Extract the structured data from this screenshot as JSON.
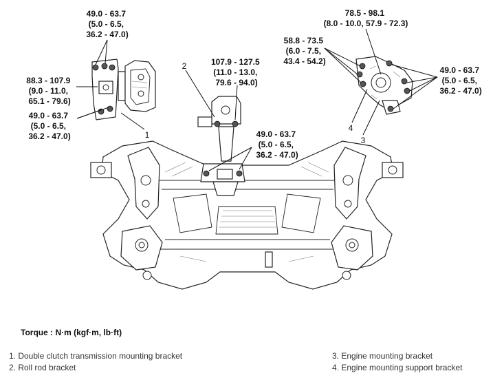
{
  "torque_labels": {
    "dct_top": [
      "49.0 - 63.7",
      "(5.0 - 6.5,",
      "36.2 - 47.0)"
    ],
    "dct_left": [
      "88.3 - 107.9",
      "(9.0 - 11.0,",
      "65.1 - 79.6)"
    ],
    "dct_bottom": [
      "49.0 - 63.7",
      "(5.0 - 6.5,",
      "36.2 - 47.0)"
    ],
    "roll_rod_top": [
      "107.9 - 127.5",
      "(11.0 - 13.0,",
      "79.6 - 94.0)"
    ],
    "roll_rod_bottom": [
      "49.0 - 63.7",
      "(5.0 - 6.5,",
      "36.2 - 47.0)"
    ],
    "engine_top": [
      "78.5 - 98.1",
      "(8.0 - 10.0, 57.9 - 72.3)"
    ],
    "engine_left": [
      "58.8 - 73.5",
      "(6.0 - 7.5,",
      "43.4 - 54.2)"
    ],
    "engine_right": [
      "49.0 - 63.7",
      "(5.0 - 6.5,",
      "36.2 - 47.0)"
    ]
  },
  "callouts": {
    "c1": "1",
    "c2": "2",
    "c3": "3",
    "c4": "4"
  },
  "torque_heading": "Torque : N·m (kgf·m, lb·ft)",
  "legend": [
    "1. Double clutch transmission mounting bracket",
    "2. Roll rod bracket",
    "3. Engine mounting bracket",
    "4. Engine mounting support bracket"
  ]
}
